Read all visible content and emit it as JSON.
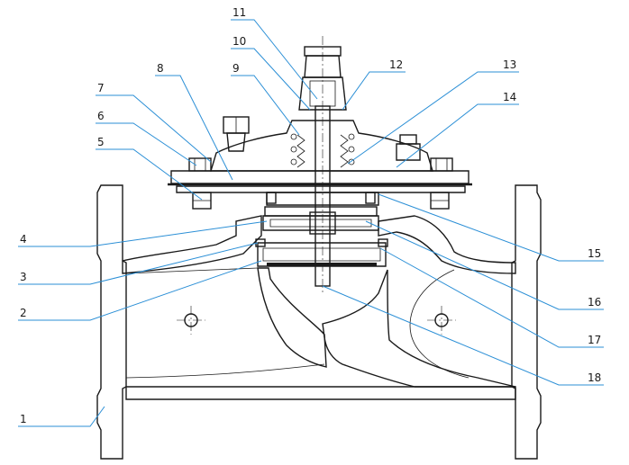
{
  "diagram": {
    "title": "",
    "accent_color": "#2b8fd6",
    "line_color": "#1a1a1a",
    "callouts": [
      {
        "id": "1",
        "label": "1"
      },
      {
        "id": "2",
        "label": "2"
      },
      {
        "id": "3",
        "label": "3"
      },
      {
        "id": "4",
        "label": "4"
      },
      {
        "id": "5",
        "label": "5"
      },
      {
        "id": "6",
        "label": "6"
      },
      {
        "id": "7",
        "label": "7"
      },
      {
        "id": "8",
        "label": "8"
      },
      {
        "id": "9",
        "label": "9"
      },
      {
        "id": "10",
        "label": "10"
      },
      {
        "id": "11",
        "label": "11"
      },
      {
        "id": "12",
        "label": "12"
      },
      {
        "id": "13",
        "label": "13"
      },
      {
        "id": "14",
        "label": "14"
      },
      {
        "id": "15",
        "label": "15"
      },
      {
        "id": "16",
        "label": "16"
      },
      {
        "id": "17",
        "label": "17"
      },
      {
        "id": "18",
        "label": "18"
      }
    ]
  }
}
